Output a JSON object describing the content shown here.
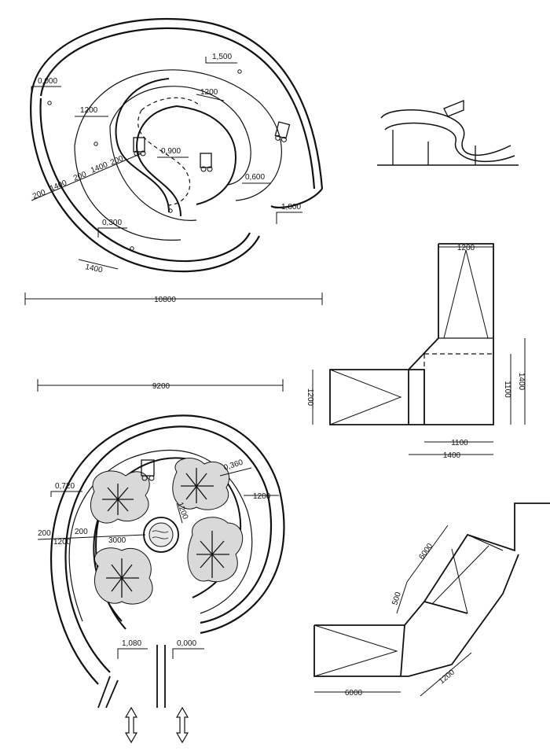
{
  "spiral_ramp": {
    "elevations": [
      "0,000",
      "1,500",
      "0,900",
      "0,600",
      "1,800",
      "0,300"
    ],
    "dims": {
      "d1200a": "1200",
      "d1200b": "1200",
      "d200a": "200",
      "d200b": "200",
      "d200c": "200",
      "d1400a": "1400",
      "d1400b": "1400",
      "d1400c": "1400",
      "overall": "10800"
    }
  },
  "circular_ramp": {
    "elevations": [
      "0,720",
      "0,360",
      "1,080",
      "0,000"
    ],
    "dims": {
      "overall": "9200",
      "d200a": "200",
      "d200b": "200",
      "d1200a": "1200",
      "d3000": "3000",
      "d1200b": "1200",
      "d1200c": "1200"
    }
  },
  "l_landing": {
    "dims": {
      "top_width": "1200",
      "left_height": "1200",
      "d1100h": "1100",
      "d1400h": "1400",
      "d1100v": "1100",
      "d1400v": "1400"
    }
  },
  "angled_landing": {
    "dims": {
      "d6000a": "6000",
      "d500": "500",
      "d6000b": "6000",
      "d1200": "1200"
    }
  },
  "icons": [
    "wheelchair-icon",
    "tree-icon",
    "fountain-icon",
    "arrow-updown-icon"
  ]
}
